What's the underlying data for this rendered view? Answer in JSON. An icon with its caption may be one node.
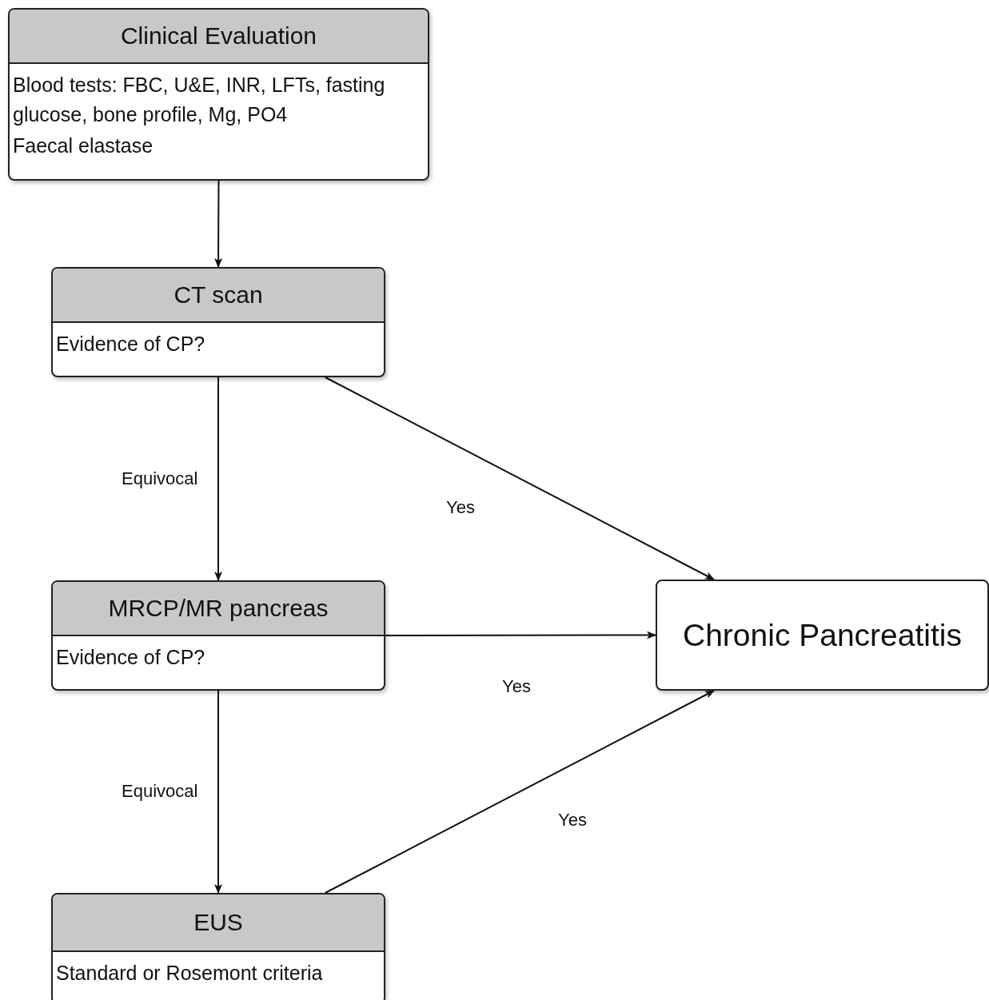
{
  "diagram": {
    "nodes": [
      {
        "text": [
          "Clinical Evaluation",
          "Blood tests: FBC, U&E, INR, LFTs, fasting glucose, bone profile, Mg, PO4",
          "Faecal elastase"
        ]
      },
      {
        "text": [
          "CT scan",
          "Evidence of CP?"
        ]
      },
      {
        "text": [
          "MRCP/MR pancreas",
          "Evidence of CP?"
        ]
      },
      {
        "text": [
          "EUS",
          "Standard or Rosemont criteria"
        ]
      },
      {
        "text": [
          "Chronic Pancreatitis"
        ]
      }
    ],
    "edges": [
      {
        "from": 0,
        "to": 1,
        "arrow": "to"
      },
      {
        "from": 1,
        "to": 2,
        "arrow": "to",
        "label": "Equivocal"
      },
      {
        "from": 1,
        "to": 4,
        "arrow": "to",
        "label": "Yes"
      },
      {
        "from": 2,
        "to": 4,
        "arrow": "to",
        "label": "Yes"
      },
      {
        "from": 2,
        "to": 3,
        "arrow": "to",
        "label": "Equivocal"
      },
      {
        "from": 3,
        "to": 4,
        "arrow": "to",
        "label": "Yes"
      }
    ]
  }
}
